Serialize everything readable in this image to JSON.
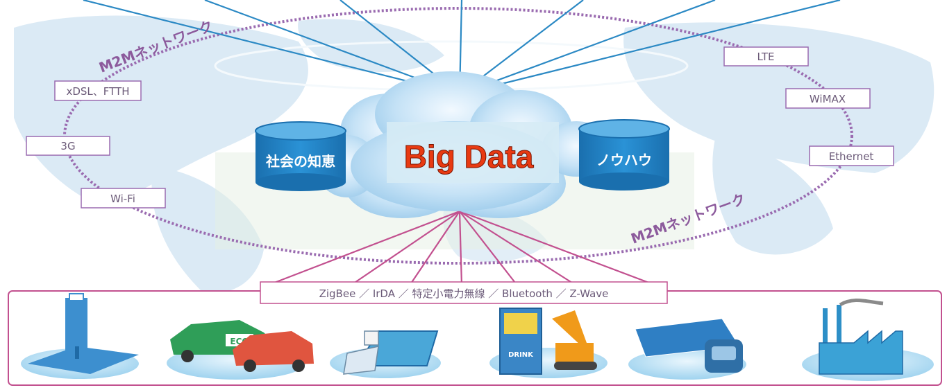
{
  "colors": {
    "map_land": "#dcebf5",
    "uplink_lines": "#2b89c4",
    "downlink_lines": "#c2508f",
    "label_border": "#9a6bb0",
    "ring": "#9a6bb0",
    "big_data_text": "#e83a12",
    "database": "#1f7fc0"
  },
  "center": {
    "title": "Big Data"
  },
  "databases": {
    "left": "社会の知恵",
    "right": "ノウハウ"
  },
  "network_labels": {
    "top": "M2Mネットワーク",
    "bottom": "M2Mネットワーク"
  },
  "access_left": [
    "xDSL、FTTH",
    "3G",
    "Wi-Fi"
  ],
  "access_right": [
    "LTE",
    "WiMAX",
    "Ethernet"
  ],
  "short_range": "ZigBee ／ IrDA ／ 特定小電力無線 ／ Bluetooth ／ Z-Wave",
  "devices": [
    {
      "name": "water-tank-icon"
    },
    {
      "name": "eco-cars-icon",
      "badge": "ECO"
    },
    {
      "name": "tablet-icon"
    },
    {
      "name": "vending-machine-excavator-icon",
      "badge": "DRINK"
    },
    {
      "name": "solar-meter-icon"
    },
    {
      "name": "factory-icon"
    }
  ]
}
